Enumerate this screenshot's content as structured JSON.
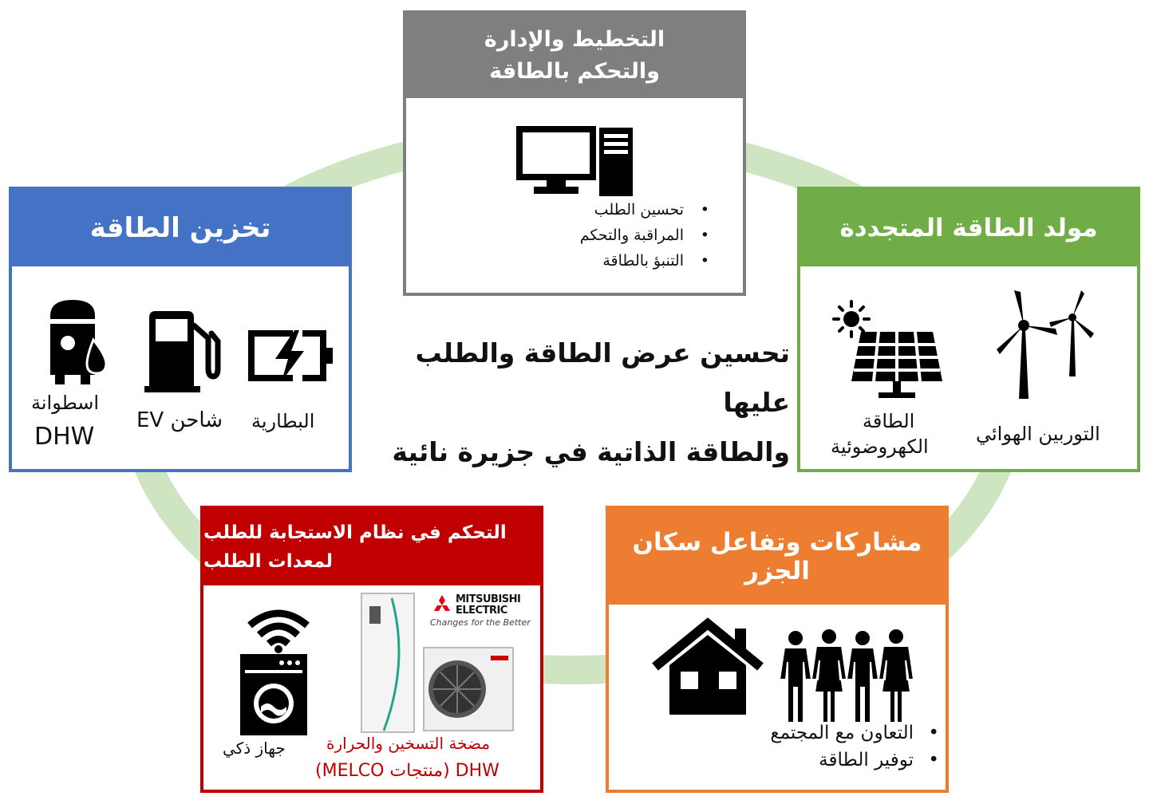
{
  "center": {
    "line1": "تحسين عرض الطاقة والطلب عليها",
    "line2": "والطاقة الذاتية في جزيرة نائية"
  },
  "colors": {
    "ring": "#cfe5c1",
    "planning": "#7f7f7f",
    "storage": "#4472c4",
    "renewable": "#70ad47",
    "demand": "#c00000",
    "community": "#ed7d31"
  },
  "planning": {
    "title_line1": "التخطيط والإدارة",
    "title_line2": "والتحكم بالطاقة",
    "icon": "computer-icon",
    "bullets": [
      "تحسين الطلب",
      "المراقبة والتحكم",
      "التنبؤ بالطاقة"
    ]
  },
  "storage": {
    "title": "تخزين  الطاقة",
    "items": [
      {
        "icon": "battery-icon",
        "label": "البطارية"
      },
      {
        "icon": "fuel-pump-icon",
        "label": "شاحن EV"
      },
      {
        "icon": "water-heater-icon",
        "label_line1": "اسطوانة",
        "label_line2": "DHW"
      }
    ]
  },
  "renewable": {
    "title": "مولد الطاقة المتجددة",
    "items": [
      {
        "icon": "wind-turbine-icon",
        "label": "التوربين الهوائي"
      },
      {
        "icon": "solar-panel-icon",
        "label_line1": "الطاقة",
        "label_line2": "الكهروضوئية"
      }
    ]
  },
  "demand": {
    "title_line1": "التحكم في نظام الاستجابة للطلب",
    "title_line2": "لمعدات الطلب",
    "brand_line1": "MITSUBISHI",
    "brand_line2": "ELECTRIC",
    "brand_tagline": "Changes for the Better",
    "heatpump_label_line1": "مضخة التسخين والحرارة",
    "heatpump_label_line2": "DHW (منتجات MELCO)",
    "smart_label": "جهاز ذكي"
  },
  "community": {
    "title": "مشاركات وتفاعل سكان الجزر",
    "bullets": [
      "التعاون مع المجتمع",
      "توفير الطاقة"
    ]
  }
}
